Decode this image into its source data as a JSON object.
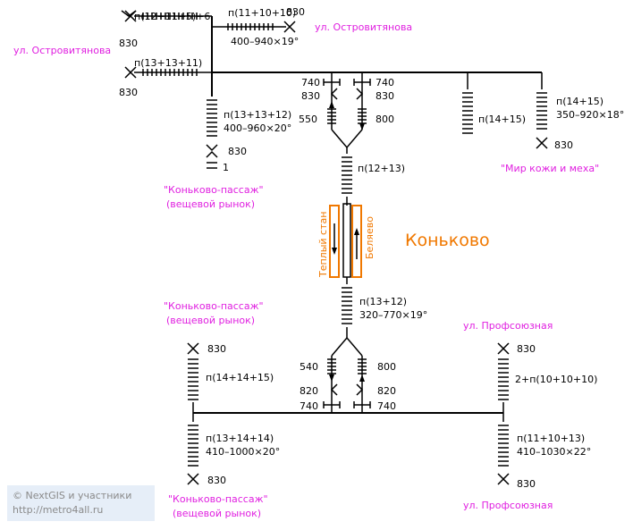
{
  "station": {
    "name": "Коньково",
    "platform_left_dir": "Теплый стан",
    "platform_right_dir": "Беляево"
  },
  "labels": {
    "st_ostrov_1": "ул. Островитянова",
    "st_ostrov_2": "ул. Островитянова",
    "steps_top1": "п(12+11+5)+6",
    "steps_top2": "п(11+10+10)",
    "steps_top2_dim": "400–940×19°",
    "steps_top3": "п(13+13+11)",
    "steps_nw": "п(13+13+12)",
    "steps_nw_dim": "400–960×20°",
    "steps_n1": "п(14+15)",
    "steps_ne": "п(14+15)",
    "steps_ne_dim": "350–920×18°",
    "mir": "\"Мир кожи и меха\"",
    "konkovo_passazh_1": "\"Коньково-пассаж\"",
    "konkovo_passazh_1b": "(вещевой рынок)",
    "steps_n_center": "п(12+13)",
    "steps_s_center": "п(13+12)",
    "steps_s_center_dim": "320–770×19°",
    "konkovo_passazh_2": "\"Коньково-пассаж\"",
    "konkovo_passazh_2b": "(вещевой рынок)",
    "steps_sw_top": "п(14+14+15)",
    "steps_sw_bot": "п(13+14+14)",
    "steps_sw_bot_dim": "410–1000×20°",
    "konkovo_passazh_3": "\"Коньково-пассаж\"",
    "konkovo_passazh_3b": "(вещевой рынок)",
    "profs_1": "ул. Профсоюзная",
    "profs_2": "ул. Профсоюзная",
    "steps_se_top": "2+п(10+10+10)",
    "steps_se_bot": "п(11+10+13)",
    "steps_se_bot_dim": "410–1030×22°"
  },
  "widths": {
    "w830": "830",
    "w740": "740",
    "w550": "550",
    "w800": "800",
    "w540": "540",
    "w820": "820",
    "w1": "1"
  },
  "credit": {
    "line1": "© NextGIS и участники",
    "line2": "http://metro4all.ru"
  },
  "colors": {
    "street": "#e020e0",
    "station": "#f07800",
    "lines": "#000000"
  }
}
